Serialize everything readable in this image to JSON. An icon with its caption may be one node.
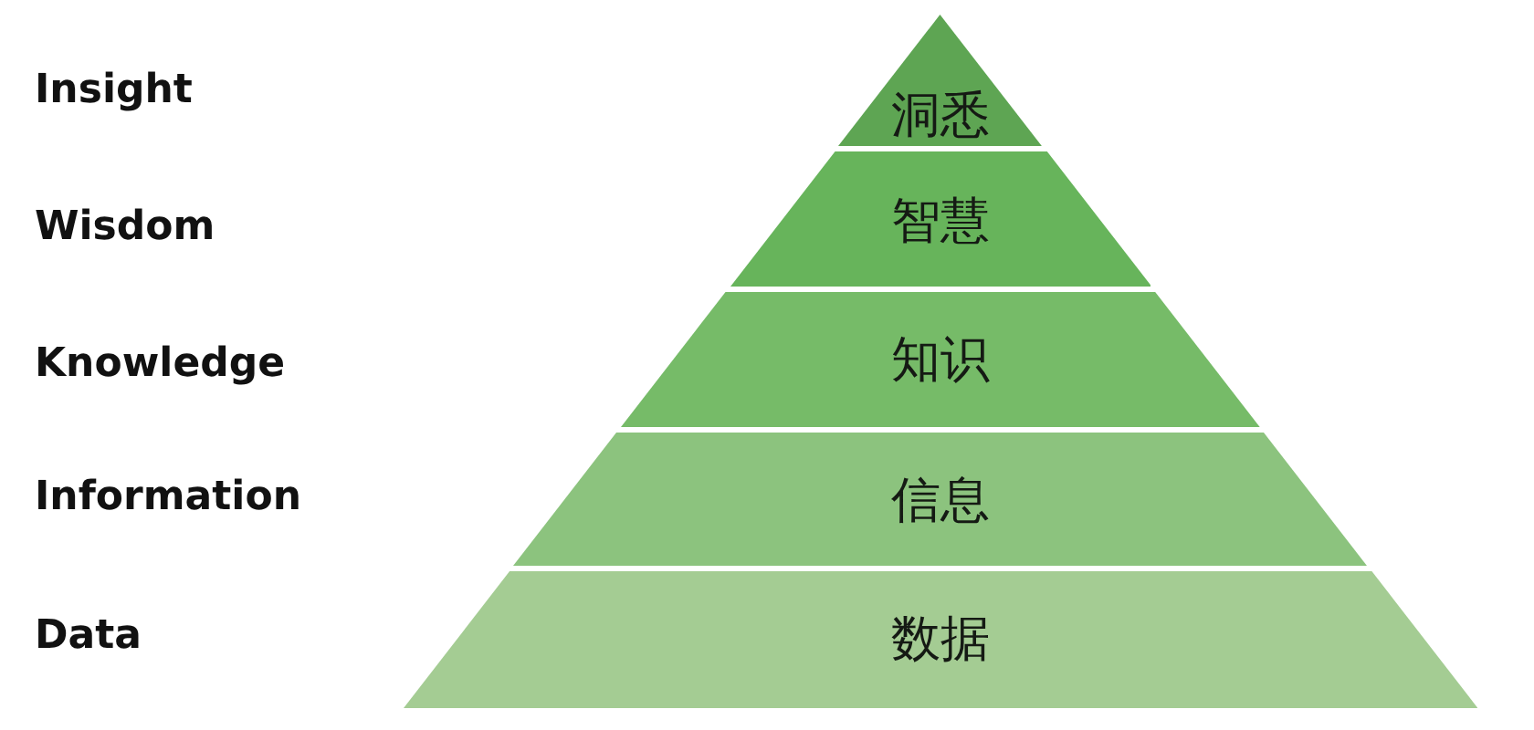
{
  "diagram": {
    "nodes": [
      {
        "text": [
          "洞悉"
        ]
      },
      {
        "text": [
          "智慧"
        ]
      },
      {
        "text": [
          "知识"
        ]
      },
      {
        "text": [
          "信息"
        ]
      },
      {
        "text": [
          "数据"
        ]
      }
    ],
    "edges": [],
    "labels": [
      "Insight",
      "Wisdom",
      "Knowledge",
      "Information",
      "Data"
    ]
  }
}
